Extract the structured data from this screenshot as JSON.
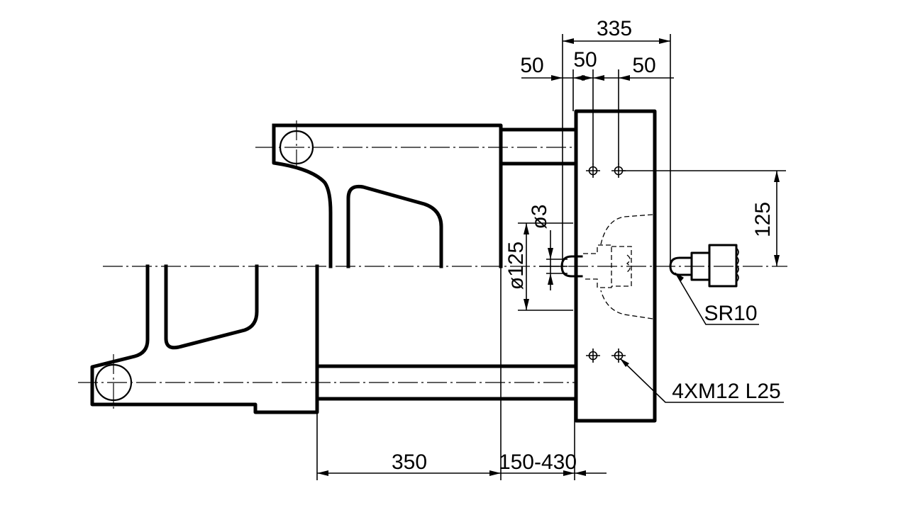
{
  "dimensions": {
    "top_overall": "335",
    "top_left_50": "50",
    "top_mid_50": "50",
    "top_right_50": "50",
    "hole_spacing": "125",
    "nozzle_hole": "ø3",
    "locating_ring": "ø125",
    "nozzle_radius": "SR10",
    "bolt_holes": "4XM12 L25",
    "bottom_350": "350",
    "bottom_stroke": "150-430"
  },
  "colors": {
    "line": "#000000",
    "background": "#ffffff"
  }
}
